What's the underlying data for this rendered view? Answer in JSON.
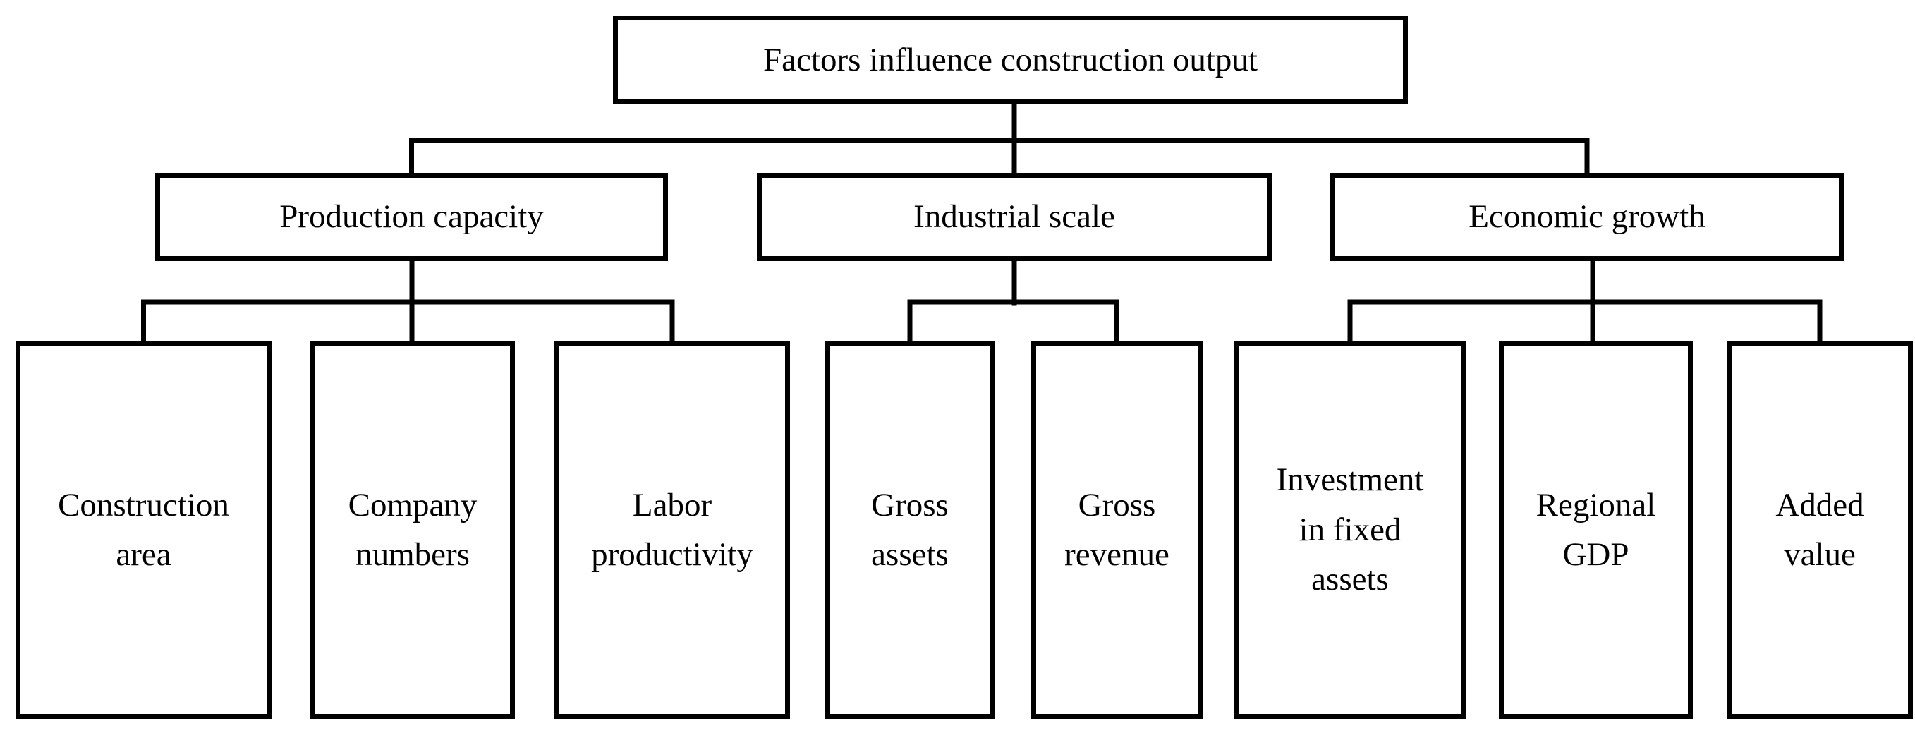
{
  "diagram": {
    "type": "hierarchy-flowchart",
    "colors": {
      "background": "#ffffff",
      "box_fill": "#ffffff",
      "box_border": "#000000",
      "line": "#000000",
      "text": "#000000"
    },
    "nodes": {
      "root": {
        "label": "Factors influence construction output"
      },
      "level2": [
        {
          "label": "Production capacity"
        },
        {
          "label": "Industrial scale"
        },
        {
          "label": "Economic growth"
        }
      ],
      "leaves": [
        {
          "label": "Construction\narea",
          "parent": "Production capacity"
        },
        {
          "label": "Company\nnumbers",
          "parent": "Production capacity"
        },
        {
          "label": "Labor\nproductivity",
          "parent": "Production capacity"
        },
        {
          "label": "Gross\nassets",
          "parent": "Industrial scale"
        },
        {
          "label": "Gross\nrevenue",
          "parent": "Industrial scale"
        },
        {
          "label": "Investment\nin fixed\nassets",
          "parent": "Economic growth"
        },
        {
          "label": "Regional\nGDP",
          "parent": "Economic growth"
        },
        {
          "label": "Added\nvalue",
          "parent": "Economic growth"
        }
      ]
    }
  }
}
